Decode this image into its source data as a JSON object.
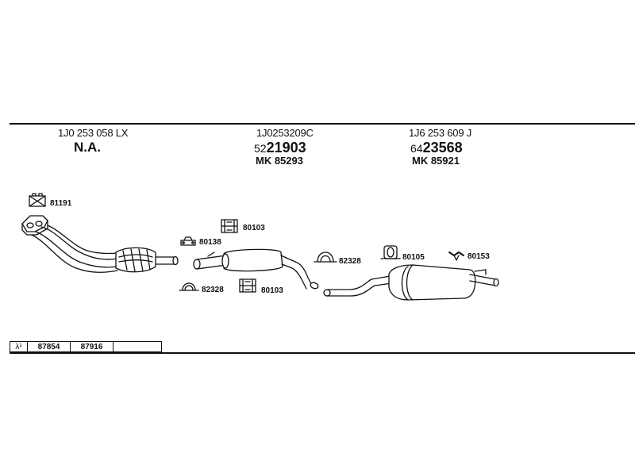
{
  "columns": [
    {
      "oe": "1J0 253 058 LX",
      "na": "N.A."
    },
    {
      "oe": "1J0253209C",
      "prefix": "52",
      "main": "21903",
      "mk": "MK 85293"
    },
    {
      "oe": "1J6 253 609 J",
      "prefix": "64",
      "main": "23568",
      "mk": "MK 85921"
    }
  ],
  "parts": {
    "p81191": "81191",
    "p80103a": "80103",
    "p80138": "80138",
    "p82328a": "82328",
    "p80103b": "80103",
    "p82328b": "82328",
    "p80105": "80105",
    "p80153": "80153"
  },
  "table": {
    "lambda": "λ¹",
    "c1": "87854",
    "c2": "87916",
    "c3": ""
  }
}
